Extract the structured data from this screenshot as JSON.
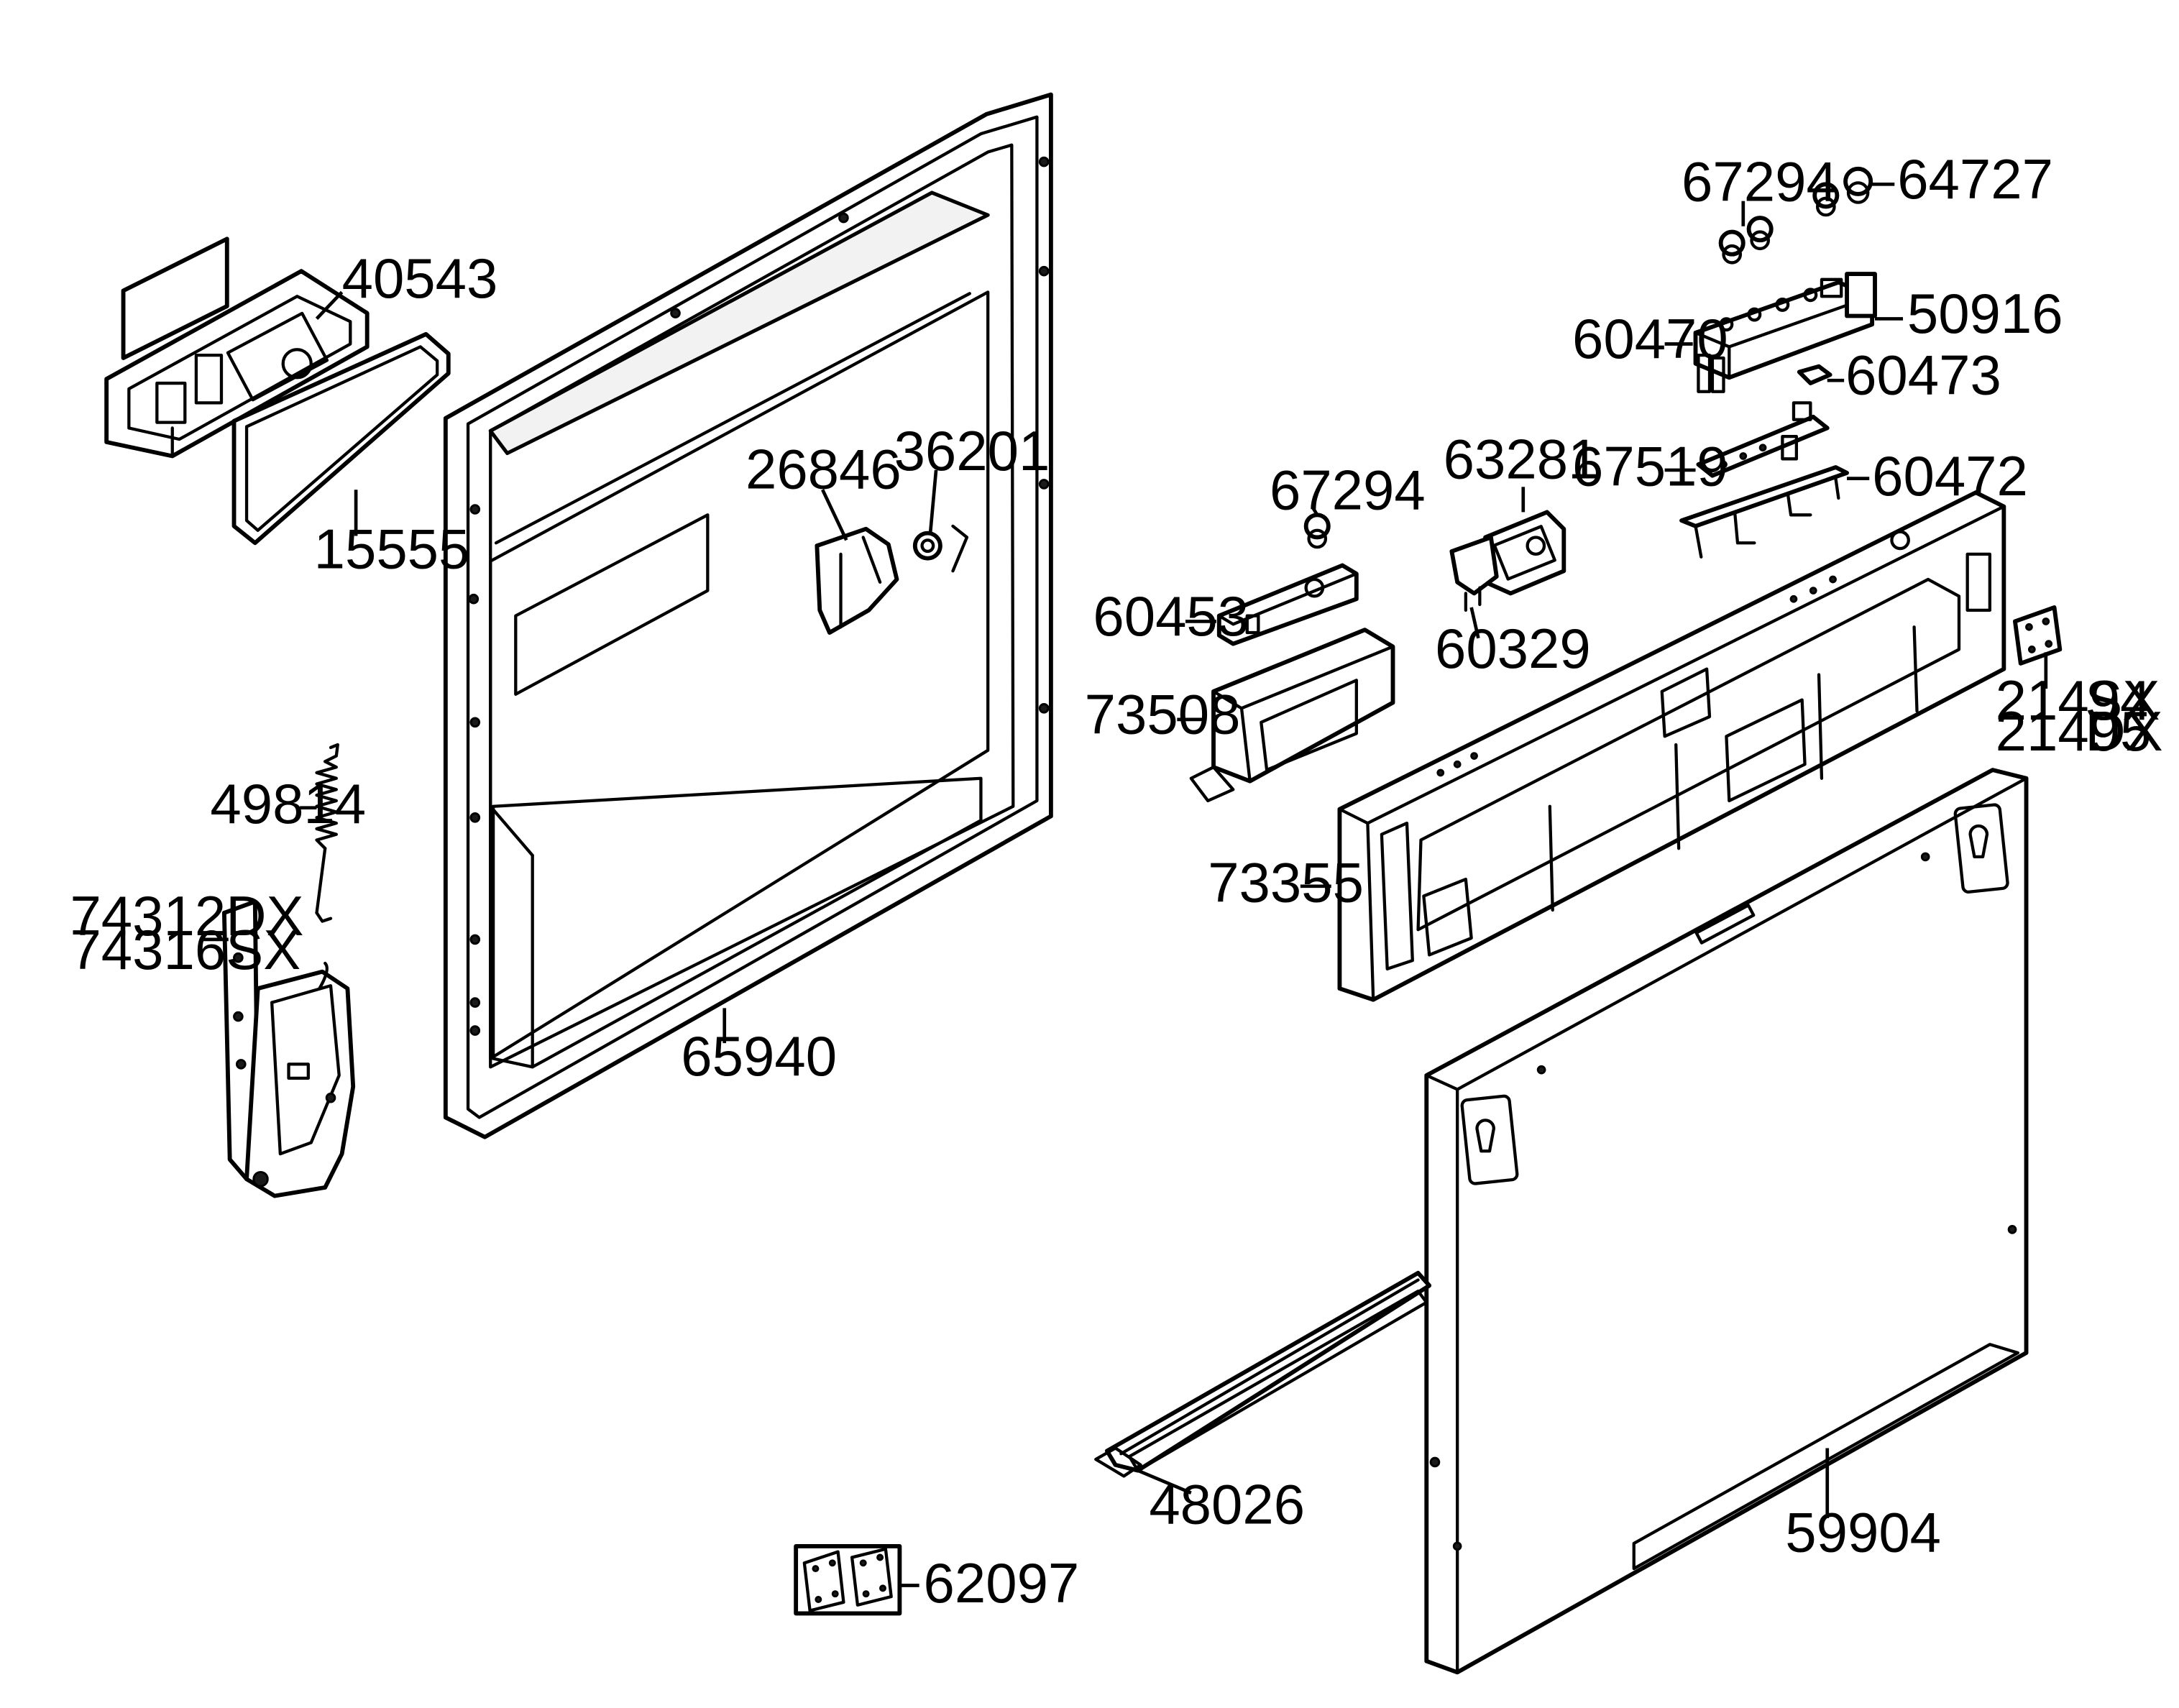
{
  "colors": {
    "background": "#ffffff",
    "line": "#000000"
  },
  "parts": {
    "p40543": "40543",
    "p15555": "15555",
    "p26846": "26846",
    "p36201": "36201",
    "p49814": "49814",
    "p74312": "74312DX",
    "p74316": "74316SX",
    "p65940": "65940",
    "p67294a": "67294",
    "p64727": "64727",
    "p50916": "50916",
    "p60470": "60470",
    "p60473": "60473",
    "p67519": "67519",
    "p60472": "60472",
    "p67294b": "67294",
    "p63281": "63281",
    "p60453": "60453",
    "p60329": "60329",
    "p73508": "73508",
    "p21494": "21494",
    "p21494_side": "SX",
    "p21495": "21495",
    "p21495_side": "DX",
    "p73355": "73355",
    "p48026": "48026",
    "p59904": "59904",
    "p62097": "62097"
  }
}
